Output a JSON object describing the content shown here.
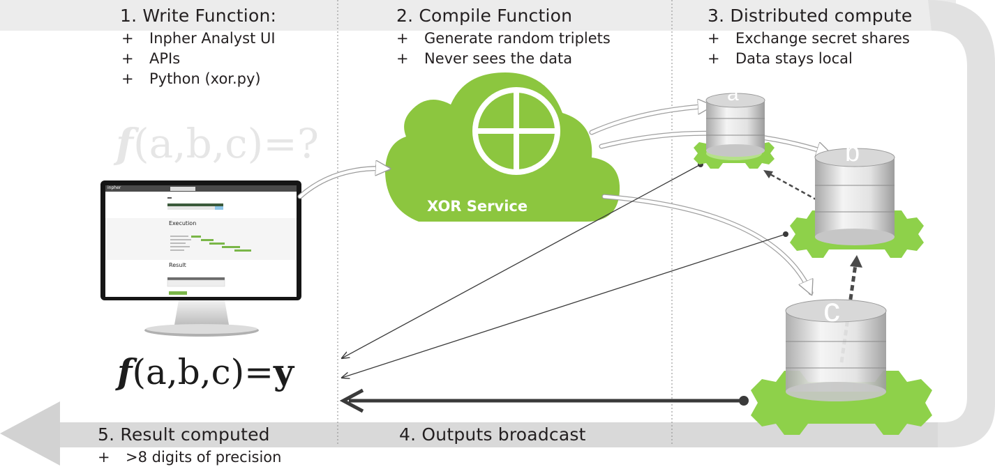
{
  "steps": [
    {
      "title": "1. Write Function:",
      "bullets": [
        "Inpher Analyst UI",
        "APIs",
        "Python (xor.py)"
      ]
    },
    {
      "title": "2. Compile Function",
      "bullets": [
        "Generate random triplets",
        "Never sees the data"
      ]
    },
    {
      "title": "3. Distributed compute",
      "bullets": [
        "Exchange secret shares",
        "Data stays local"
      ]
    },
    {
      "title": "4. Outputs broadcast",
      "bullets": []
    },
    {
      "title": "5. Result computed",
      "bullets": [
        ">8 digits of precision"
      ]
    }
  ],
  "bullet_mark": "+",
  "formula_question": {
    "f": "f",
    "args": "(a,b,c)=?"
  },
  "formula_result": {
    "f": "f",
    "args": "(a,b,c)=",
    "result": "y"
  },
  "cloud": {
    "label": "XOR Service"
  },
  "databases": [
    {
      "label": "a"
    },
    {
      "label": "b"
    },
    {
      "label": "c"
    }
  ],
  "screen": {
    "brand": "inpher",
    "sections": [
      "Execution",
      "Result"
    ]
  },
  "colors": {
    "green": "#8cc63f",
    "gear_green": "#8ed14a",
    "arrow_gray": "#d4d4d4",
    "dark": "#3a3a3a"
  }
}
